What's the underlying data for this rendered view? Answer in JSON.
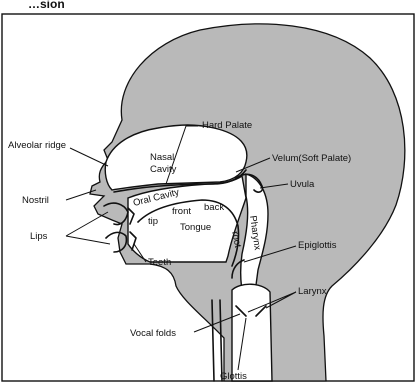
{
  "header_text": "…sion",
  "labels": {
    "alveolar_ridge": "Alveolar ridge",
    "hard_palate": "Hard Palate",
    "nasal": "Nasal",
    "cavity": "Cavity",
    "velum": "Velum(Soft Palate)",
    "nostril": "Nostril",
    "uvula": "Uvula",
    "oral_cavity": "Oral Cavity",
    "tip": "tip",
    "front": "front",
    "back": "back",
    "tongue": "Tongue",
    "root": "root",
    "pharynx": "Pharynx",
    "lips": "Lips",
    "teeth": "Teeth",
    "epiglottis": "Epiglottis",
    "larynx": "Larynx",
    "vocal_folds": "Vocal folds",
    "glottis": "Glottis"
  },
  "colors": {
    "head_fill": "#b9b9b9",
    "outline": "#111111",
    "background": "#ffffff"
  }
}
